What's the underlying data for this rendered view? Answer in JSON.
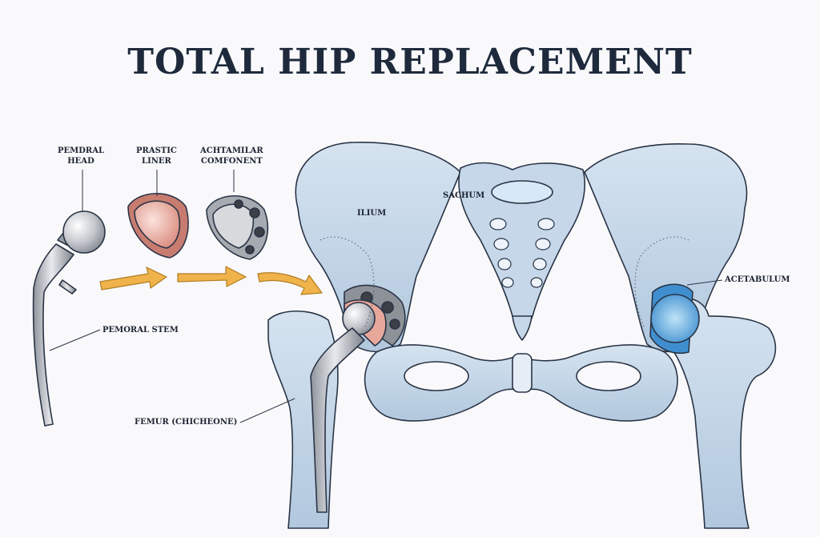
{
  "title": "TOTAL HIP REPLACEMENT",
  "labels": {
    "femoral_head": [
      "PEMDRAL",
      "HEAD"
    ],
    "plastic_liner": [
      "PRASTIC",
      "LINER"
    ],
    "acetabular_component": [
      "ACHTAMILAR",
      "COMFONENT"
    ],
    "femoral_stem": "PEMORAL STEM",
    "femur": "FEMUR (CHICHEONE)",
    "ilium": "ILIUM",
    "sacrum": "SACHUM",
    "acetabulum": "ACETABULUM"
  },
  "colors": {
    "bone": "#bfd3e6",
    "bone_dark": "#8eaac6",
    "outline": "#2a3446",
    "metal": "#b9bcc2",
    "liner": "#e8a79b",
    "arrow": "#f0b24a",
    "cartilage": "#3f8fd0",
    "title": "#1e2a3c"
  }
}
